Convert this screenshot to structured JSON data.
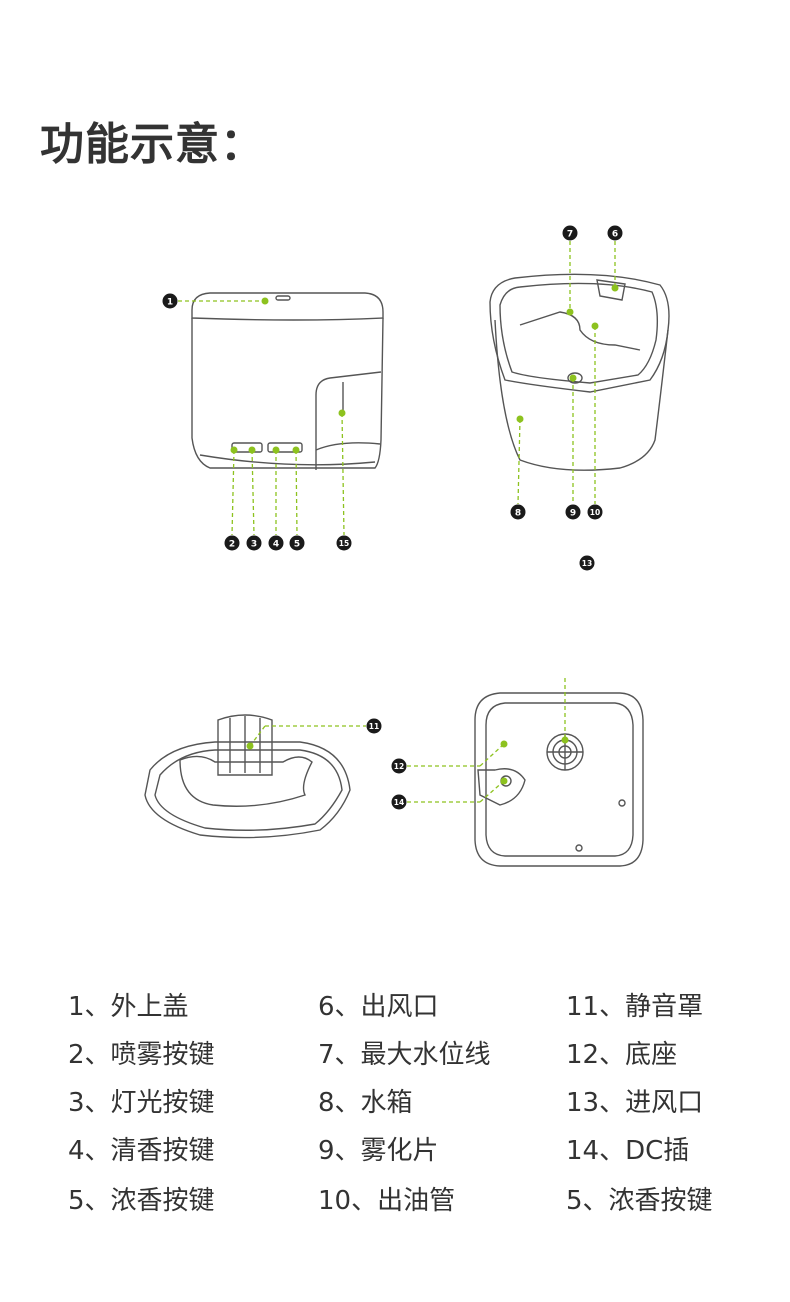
{
  "title": "功能示意：",
  "colors": {
    "accent": "#8dc21f",
    "line": "#555555",
    "marker": "#1a1a1a"
  },
  "markers": [
    "1",
    "2",
    "3",
    "4",
    "5",
    "6",
    "7",
    "8",
    "9",
    "10",
    "11",
    "12",
    "13",
    "14",
    "15"
  ],
  "legend": {
    "columns": [
      [
        "1、外上盖",
        "2、喷雾按键",
        "3、灯光按键",
        "4、清香按键",
        "5、浓香按键"
      ],
      [
        "6、出风口",
        "7、最大水位线",
        "8、水箱",
        "9、雾化片",
        "10、出油管"
      ],
      [
        "11、静音罩",
        "12、底座",
        "13、进风口",
        "14、DC插",
        "5、浓香按键"
      ]
    ]
  }
}
